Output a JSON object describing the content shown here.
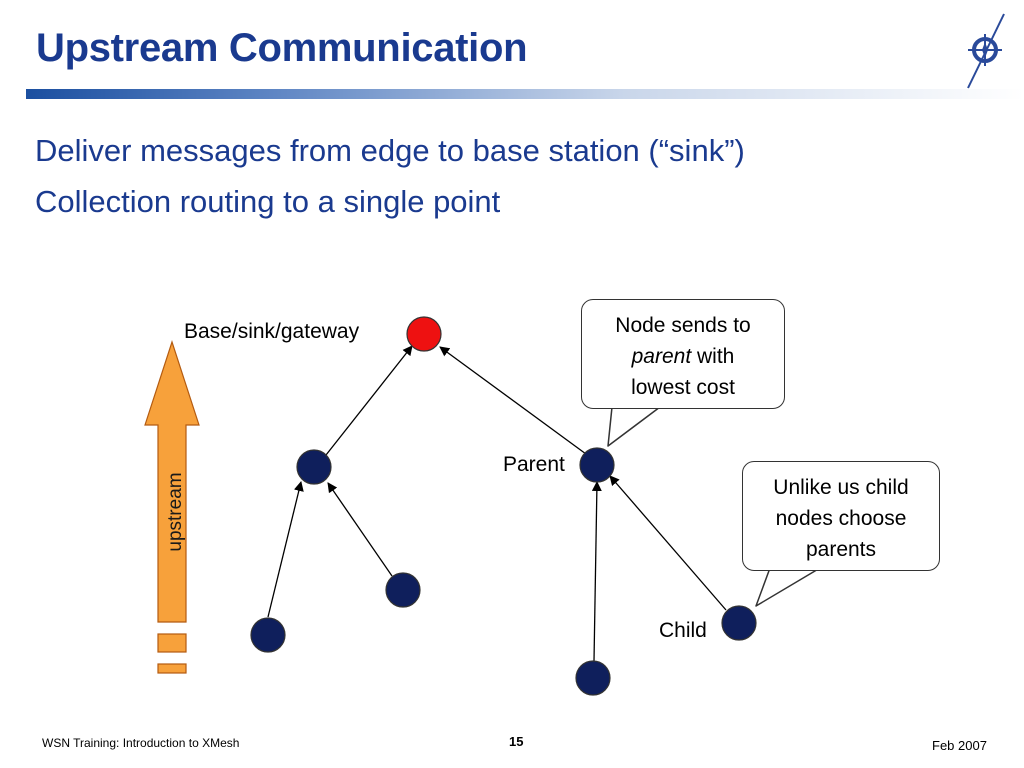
{
  "slide": {
    "title": "Upstream Communication",
    "bullets": [
      "Deliver messages from edge to base station (“sink”)",
      "Collection routing to a single point"
    ]
  },
  "diagram": {
    "labels": {
      "base": "Base/sink/gateway",
      "parent": "Parent",
      "child": "Child",
      "arrow": "upstream"
    },
    "callouts": {
      "node_sends": {
        "line1": "Node sends to",
        "line2_em": "parent",
        "line2_rest": " with",
        "line3": "lowest cost"
      },
      "unlike": {
        "line1": "Unlike us child",
        "line2": "nodes choose",
        "line3": "parents"
      }
    },
    "colors": {
      "sink": "#ee1111",
      "node": "#0f1f5c",
      "arrow_fill": "#f7a13b",
      "title": "#1a3a8f"
    }
  },
  "footer": {
    "left": "WSN Training: Introduction to XMesh",
    "page": "15",
    "date": "Feb 2007"
  }
}
